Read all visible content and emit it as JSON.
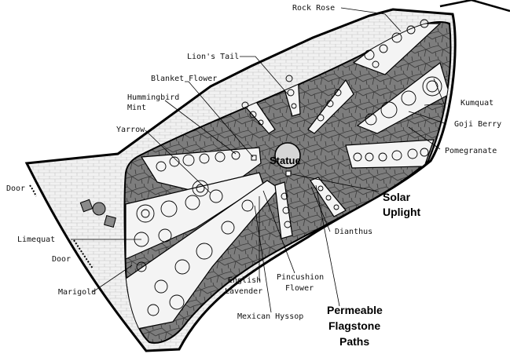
{
  "labels": {
    "rock_rose": "Rock Rose",
    "lions_tail": "Lion's Tail",
    "blanket_flower": "Blanket Flower",
    "hummingbird_mint_1": "Hummingbird",
    "hummingbird_mint_2": "Mint",
    "yarrow": "Yarrow",
    "door_top": "Door",
    "limequat": "Limequat",
    "door_bottom": "Door",
    "marigold": "Marigold",
    "english_lavender_1": "English",
    "english_lavender_2": "Lavender",
    "mexican_hyssop": "Mexican Hyssop",
    "pincushion_1": "Pincushion",
    "pincushion_2": "Flower",
    "dianthus": "Dianthus",
    "kumquat": "Kumquat",
    "goji_berry": "Goji Berry",
    "pomegranate": "Pomegranate",
    "statue": "Statue",
    "solar_1": "Solar",
    "solar_2": "Uplight",
    "paths_1": "Permeable",
    "paths_2": "Flagstone",
    "paths_3": "Paths"
  },
  "colors": {
    "path_fill": "#7d7d7d",
    "brick_fill": "#f1f1f1",
    "bed_fill": "#f4f4f4",
    "outline": "#000000"
  }
}
